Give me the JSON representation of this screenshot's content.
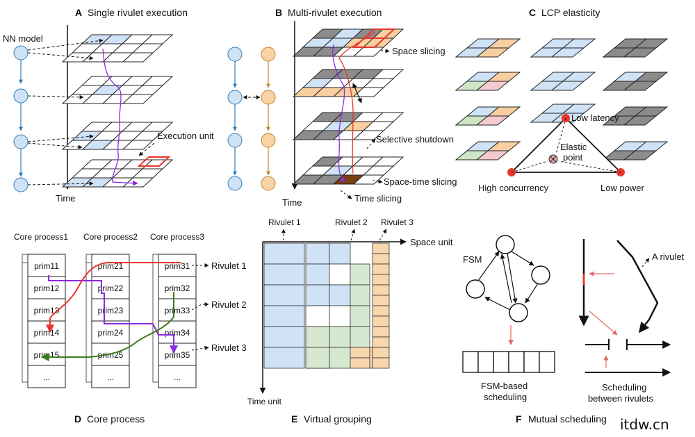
{
  "colors": {
    "blue_node": "#cfe2f6",
    "orange_node": "#f7d4a6",
    "red": "#e8362d",
    "purple": "#8a2be2",
    "green": "#3f7a1d",
    "salmon": "#e46a63"
  },
  "panelA": {
    "letter": "A",
    "title": "Single rivulet execution",
    "nn_model": "NN model",
    "execution_unit": "Execution unit",
    "time": "Time"
  },
  "panelB": {
    "letter": "B",
    "title": "Multi-rivulet execution",
    "space_slicing": "Space slicing",
    "selective_shutdown": "Selective shutdown",
    "space_time_slicing": "Space-time slicing",
    "time_slicing": "Time slicing",
    "time": "Time"
  },
  "panelC": {
    "letter": "C",
    "title": "LCP elasticity",
    "low_latency": "Low latency",
    "elastic": "Elastic",
    "point": "point",
    "high_concurrency": "High concurrency",
    "low_power": "Low power"
  },
  "panelD": {
    "letter": "D",
    "title": "Core process",
    "columns": [
      {
        "header": "Core process1",
        "prims": [
          "prim11",
          "prim12",
          "prim13",
          "prim14",
          "prim15",
          "..."
        ]
      },
      {
        "header": "Core process2",
        "prims": [
          "prim21",
          "prim22",
          "prim23",
          "prim24",
          "prim25",
          "..."
        ]
      },
      {
        "header": "Core process3",
        "prims": [
          "prim31",
          "prim32",
          "prim33",
          "prim34",
          "prim35",
          "..."
        ]
      }
    ],
    "rivulets": [
      "Rivulet 1",
      "Rivulet 2",
      "Rivulet 3"
    ]
  },
  "panelE": {
    "letter": "E",
    "title": "Virtual grouping",
    "rivulet1": "Rivulet 1",
    "rivulet2": "Rivulet 2",
    "rivulet3": "Rivulet 3",
    "space_unit": "Space unit",
    "time_unit": "Time unit"
  },
  "panelF": {
    "letter": "F",
    "title": "Mutual scheduling",
    "fsm": "FSM",
    "fsm_sched_1": "FSM-based",
    "fsm_sched_2": "scheduling",
    "a_rivulet": "A rivulet",
    "between_1": "Scheduling",
    "between_2": "between rivulets"
  },
  "watermark": "itdw.cn"
}
